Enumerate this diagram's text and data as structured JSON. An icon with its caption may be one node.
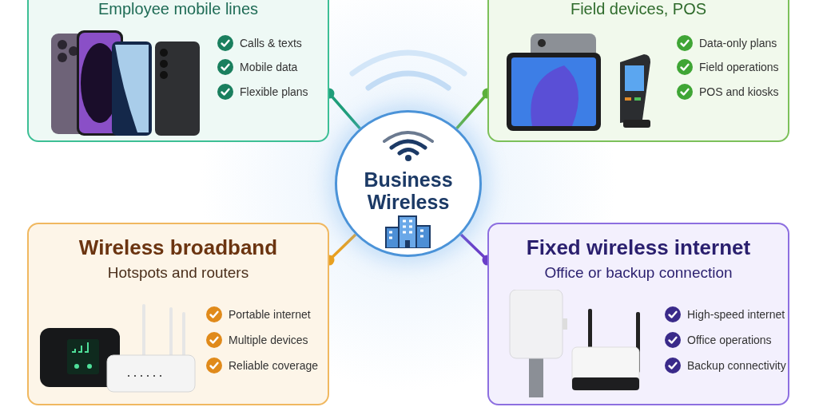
{
  "diagram": {
    "nodes": [
      {
        "text": [
          "Business Wireless"
        ]
      },
      {
        "text": [
          "Employee mobile lines",
          "Calls & texts",
          "Mobile data",
          "Flexible plans"
        ]
      },
      {
        "text": [
          "Field devices, POS",
          "Data-only plans",
          "Field operations",
          "POS and kiosks"
        ]
      },
      {
        "text": [
          "Wireless broadband",
          "Hotspots and routers",
          "Portable internet",
          "Multiple devices",
          "Reliable coverage"
        ]
      },
      {
        "text": [
          "Fixed wireless internet",
          "Office or backup connection",
          "High-speed internet",
          "Office operations",
          "Backup connectivity"
        ]
      }
    ],
    "edges": [
      {
        "from": 0,
        "to": 1,
        "arrow": "other",
        "color": "#1f9e7a"
      },
      {
        "from": 0,
        "to": 2,
        "arrow": "other",
        "color": "#5cb03c"
      },
      {
        "from": 0,
        "to": 3,
        "arrow": "other",
        "color": "#e8a020"
      },
      {
        "from": 0,
        "to": 4,
        "arrow": "other",
        "color": "#6a3fc8"
      }
    ]
  }
}
